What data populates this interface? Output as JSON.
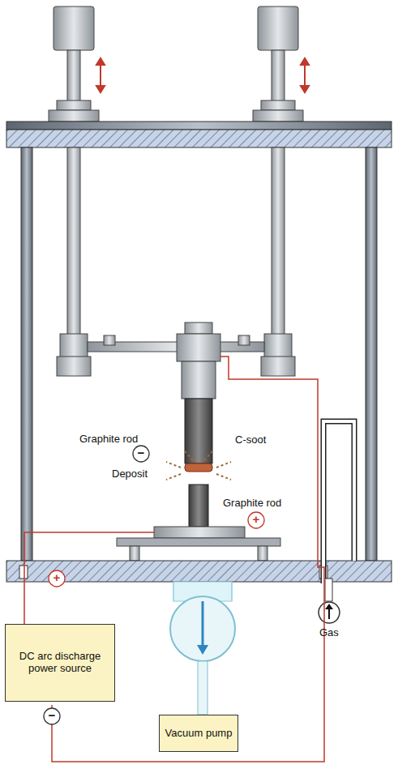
{
  "diagram": {
    "nodes": [
      {
        "text": [
          "DC arc discharge power source"
        ]
      },
      {
        "text": [
          "Vacuum pump"
        ]
      }
    ],
    "labels": [
      "Graphite rod",
      "−",
      "C-soot",
      "Deposit",
      "Graphite rod",
      "+",
      "+",
      "−",
      "Gas"
    ]
  }
}
